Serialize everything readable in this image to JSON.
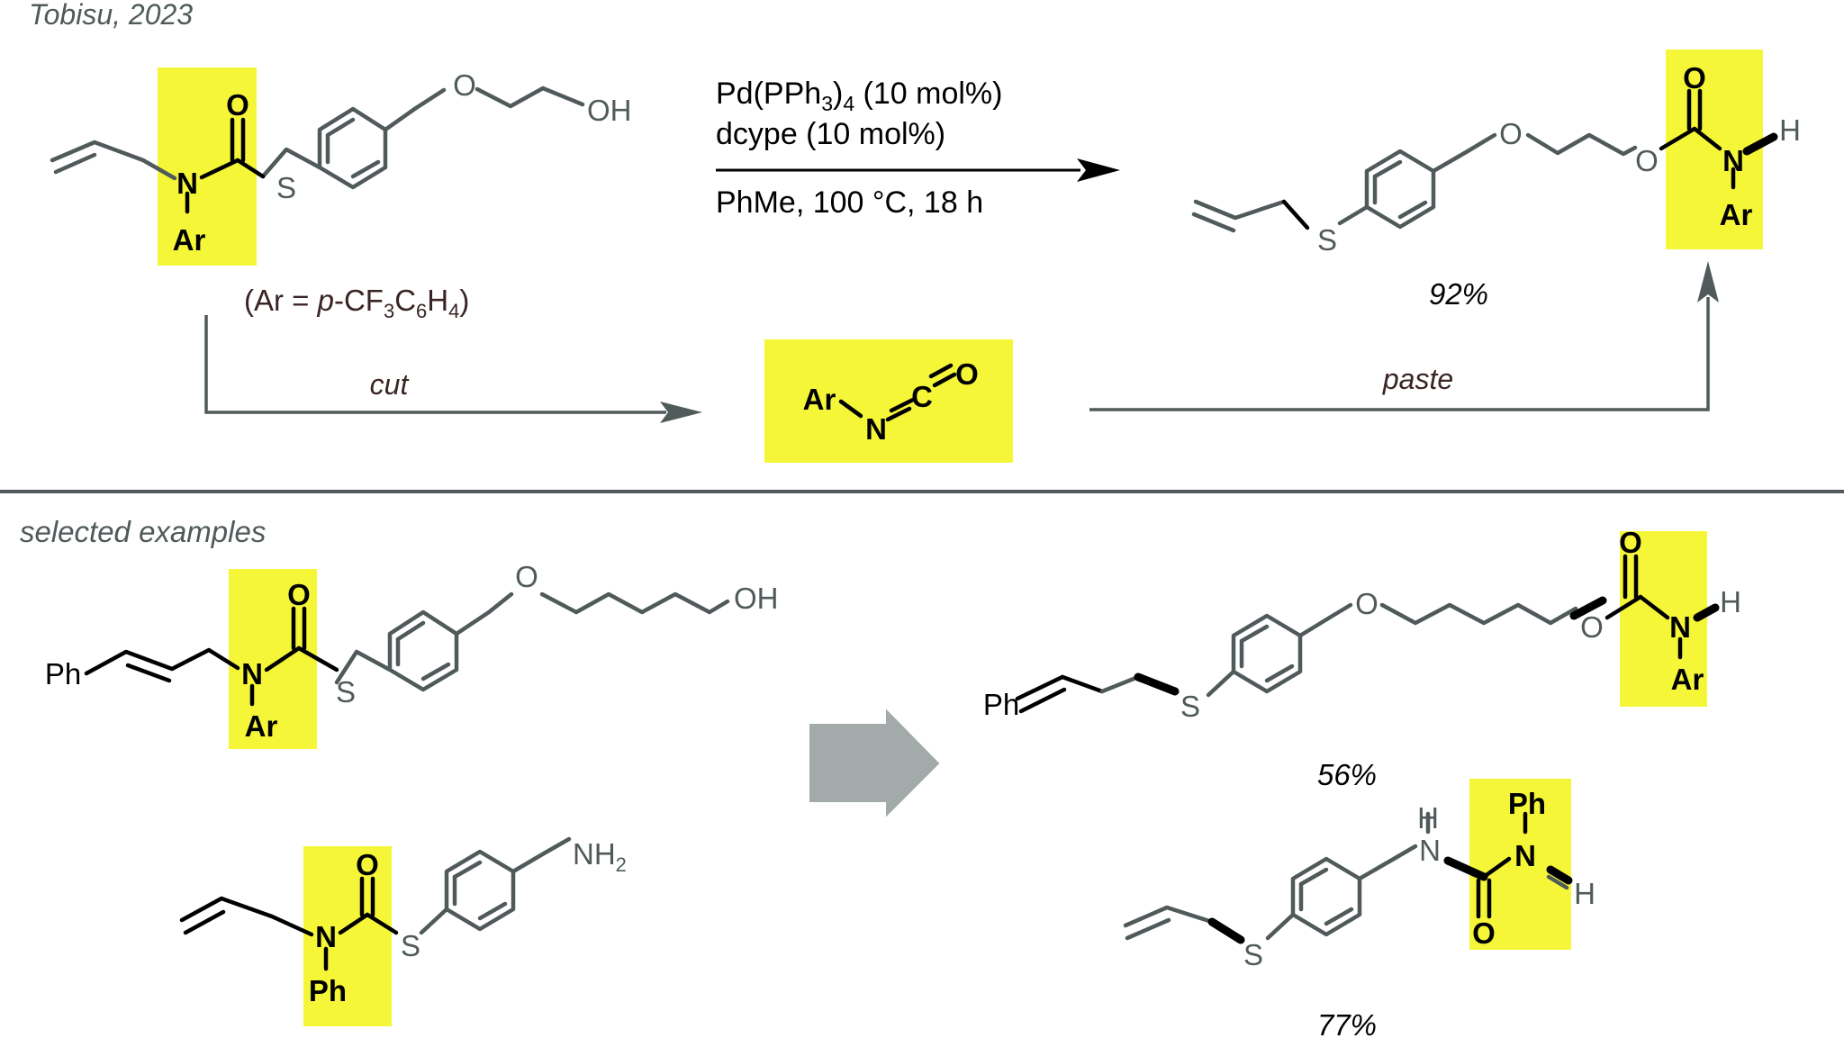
{
  "header": {
    "citation": "Tobisu, 2023"
  },
  "top_scheme": {
    "reactant": {
      "atoms": {
        "O": "O",
        "S": "S",
        "N": "N",
        "Ar": "Ar",
        "O_ether": "O",
        "OH": "OH"
      },
      "note": {
        "open": "(Ar = ",
        "italic": "p",
        "rest": "-CF",
        "sub1": "3",
        "c": "C",
        "sub2": "6",
        "h": "H",
        "sub3": "4",
        "close": ")"
      }
    },
    "conditions": {
      "line1_a": "Pd(PPh",
      "line1_sub": "3",
      "line1_b": ")",
      "line1_sub2": "4",
      "line1_c": " (10 mol%)",
      "line2": "dcype (10 mol%)",
      "line3": "PhMe, 100 °C, 18 h"
    },
    "product": {
      "atoms": {
        "S": "S",
        "O_ether": "O",
        "O_ester": "O",
        "O_carbonyl": "O",
        "N": "N",
        "H": "H",
        "Ar": "Ar"
      },
      "yield": "92%"
    },
    "cut_label": "cut",
    "paste_label": "paste",
    "isocyanate": {
      "Ar": "Ar",
      "N": "N",
      "C": "C",
      "O": "O"
    }
  },
  "bottom_scheme": {
    "title": "selected examples",
    "example1_reactant": {
      "Ph": "Ph",
      "N": "N",
      "Ar": "Ar",
      "O": "O",
      "S": "S",
      "O_ether": "O",
      "OH": "OH"
    },
    "example1_product": {
      "Ph": "Ph",
      "S": "S",
      "O_ether": "O",
      "O_ester": "O",
      "O_carbonyl": "O",
      "N": "N",
      "H": "H",
      "Ar": "Ar"
    },
    "example1_yield": "56%",
    "example2_reactant": {
      "N": "N",
      "Ph": "Ph",
      "O": "O",
      "S": "S",
      "NH": "NH",
      "sub": "2"
    },
    "example2_product": {
      "S": "S",
      "H_left": "H",
      "N_left": "N",
      "O": "O",
      "Ph": "Ph",
      "N": "N",
      "H": "H"
    },
    "example2_yield": "77%"
  },
  "colors": {
    "highlight": "#f6f639",
    "bond_gray": "#505a5a",
    "arrow_gray": "#a3aaaa",
    "bond_black": "#000000",
    "label_dark": "#3a2424"
  }
}
